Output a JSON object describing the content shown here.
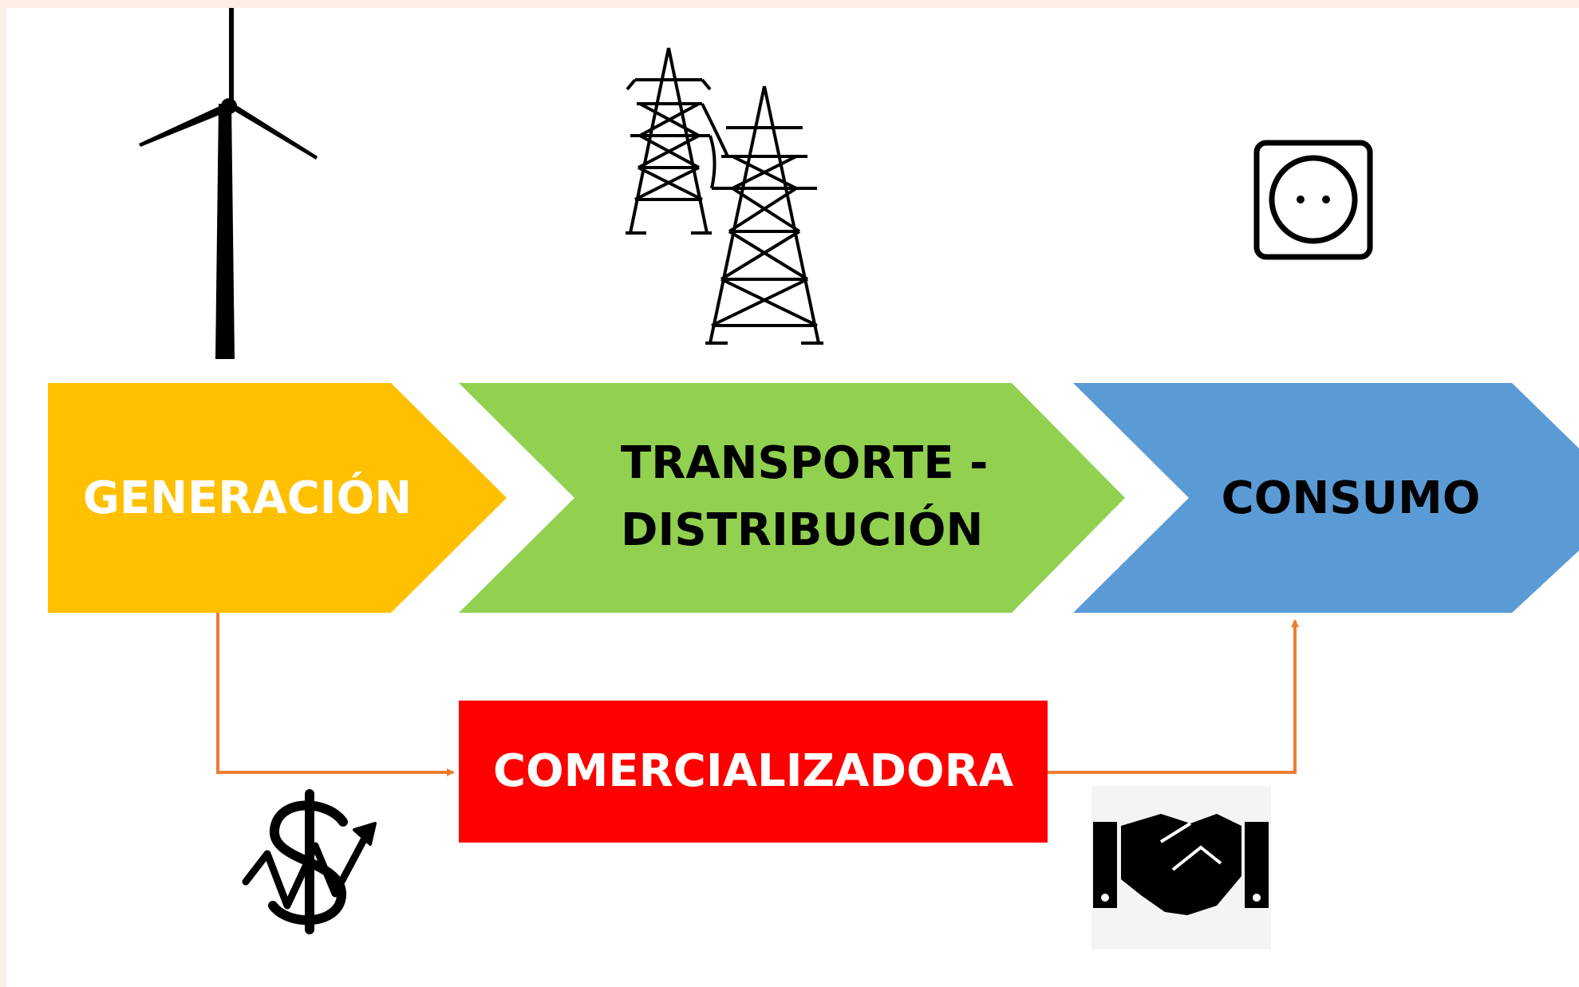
{
  "colors": {
    "page_border": "#fbeee4",
    "canvas": "#ffffff",
    "generacion": "#ffc000",
    "transporte": "#92d050",
    "consumo": "#5b9bd5",
    "comercializadora": "#ff0000",
    "connector": "#ed7d31",
    "icon": "#000000"
  },
  "stages": {
    "generacion": {
      "label": "GENERACIÓN",
      "icon": "wind-turbine-icon"
    },
    "transporte": {
      "label_line1": "TRANSPORTE -",
      "label_line2": "DISTRIBUCIÓN",
      "icon": "power-tower-icon"
    },
    "consumo": {
      "label": "CONSUMO",
      "icon": "power-outlet-icon"
    }
  },
  "comercializadora": {
    "label": "COMERCIALIZADORA"
  },
  "bottom_icons": {
    "left": "dollar-market-icon",
    "right": "handshake-icon"
  }
}
